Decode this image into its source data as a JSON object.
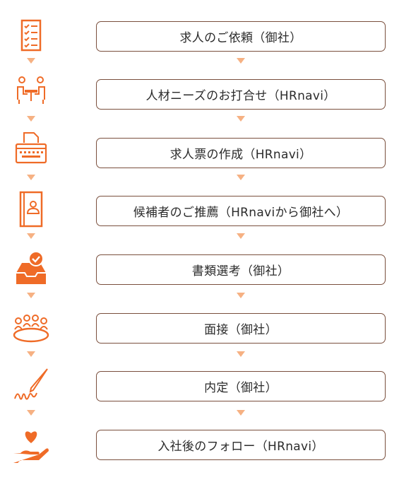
{
  "steps": [
    {
      "label": "求人のご依頼（御社）",
      "icon": "checklist-icon"
    },
    {
      "label": "人材ニーズのお打合せ（HRnavi）",
      "icon": "meeting-icon"
    },
    {
      "label": "求人票の作成（HRnavi）",
      "icon": "typewriter-icon"
    },
    {
      "label": "候補者のご推薦（HRnaviから御社へ）",
      "icon": "profile-book-icon"
    },
    {
      "label": "書類選考（御社）",
      "icon": "inbox-check-icon"
    },
    {
      "label": "面接（御社）",
      "icon": "round-table-icon"
    },
    {
      "label": "内定（御社）",
      "icon": "pen-signature-icon"
    },
    {
      "label": "入社後のフォロー（HRnavi）",
      "icon": "heart-hand-icon"
    }
  ],
  "colors": {
    "accent": "#ef6b27",
    "arrow": "#f6b183",
    "border": "#7a4f3d"
  }
}
